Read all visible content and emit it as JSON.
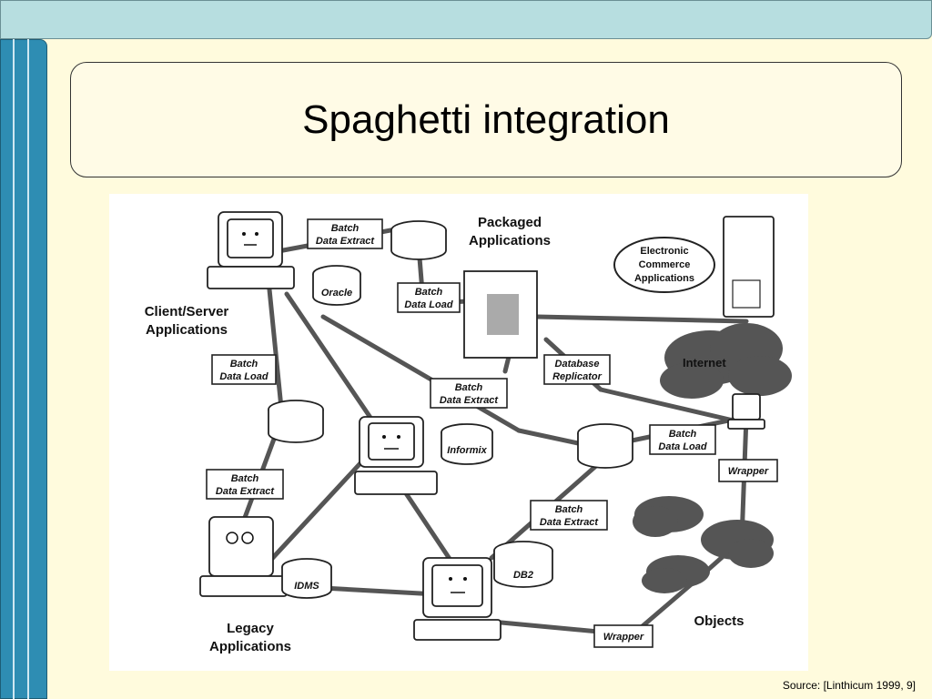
{
  "slide": {
    "title": "Spaghetti integration",
    "source": "Source: [Linthicum 1999, 9]"
  },
  "diagram": {
    "groups": {
      "client_server": [
        "Client/Server",
        "Applications"
      ],
      "packaged": [
        "Packaged",
        "Applications"
      ],
      "legacy": [
        "Legacy",
        "Applications"
      ],
      "objects": "Objects",
      "internet": "Internet",
      "ecommerce": [
        "Electronic",
        "Commerce",
        "Applications"
      ]
    },
    "databases": {
      "oracle": "Oracle",
      "informix": "Informix",
      "idms": "IDMS",
      "db2": "DB2"
    },
    "labels": {
      "batch_extract_1": [
        "Batch",
        "Data Extract"
      ],
      "batch_load_1": [
        "Batch",
        "Data Load"
      ],
      "batch_load_2": [
        "Batch",
        "Data Load"
      ],
      "batch_extract_2": [
        "Batch",
        "Data Extract"
      ],
      "batch_extract_3": [
        "Batch",
        "Data Extract"
      ],
      "db_replicator": [
        "Database",
        "Replicator"
      ],
      "batch_load_3": [
        "Batch",
        "Data Load"
      ],
      "wrapper_1": "Wrapper",
      "batch_extract_4": [
        "Batch",
        "Data Extract"
      ],
      "wrapper_2": "Wrapper"
    }
  }
}
